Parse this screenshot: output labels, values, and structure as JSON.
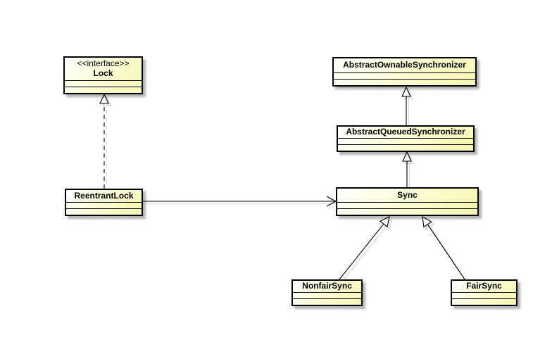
{
  "diagram": {
    "kind": "uml-class-diagram",
    "classes": [
      {
        "stereotype": "<<interface>>",
        "name": "Lock",
        "attributes": [],
        "methods": []
      },
      {
        "stereotype": "",
        "name": "AbstractOwnableSynchronizer",
        "attributes": [],
        "methods": []
      },
      {
        "stereotype": "",
        "name": "AbstractQueuedSynchronizer",
        "attributes": [],
        "methods": []
      },
      {
        "stereotype": "",
        "name": "ReentrantLock",
        "attributes": [],
        "methods": []
      },
      {
        "stereotype": "",
        "name": "Sync",
        "attributes": [],
        "methods": []
      },
      {
        "stereotype": "",
        "name": "NonfairSync",
        "attributes": [],
        "methods": []
      },
      {
        "stereotype": "",
        "name": "FairSync",
        "attributes": [],
        "methods": []
      }
    ],
    "relationships": [
      {
        "from": "ReentrantLock",
        "to": "Lock",
        "type": "realization",
        "line": "dashed",
        "arrowhead": "hollow-triangle"
      },
      {
        "from": "AbstractQueuedSynchronizer",
        "to": "AbstractOwnableSynchronizer",
        "type": "generalization",
        "line": "solid",
        "arrowhead": "hollow-triangle"
      },
      {
        "from": "Sync",
        "to": "AbstractQueuedSynchronizer",
        "type": "generalization",
        "line": "solid",
        "arrowhead": "hollow-triangle"
      },
      {
        "from": "ReentrantLock",
        "to": "Sync",
        "type": "association",
        "line": "solid",
        "arrowhead": "open"
      },
      {
        "from": "NonfairSync",
        "to": "Sync",
        "type": "generalization",
        "line": "solid",
        "arrowhead": "hollow-triangle"
      },
      {
        "from": "FairSync",
        "to": "Sync",
        "type": "generalization",
        "line": "solid",
        "arrowhead": "hollow-triangle"
      }
    ],
    "colors": {
      "node_fill_light": "#ffffff",
      "node_fill_dark": "#f6f6ae",
      "node_border": "#000000",
      "edge": "#000000",
      "edge_shadow": "#d7d7d7",
      "node_shadow": "#b5b5b5",
      "background": "#ffffff",
      "text": "#000000"
    }
  }
}
